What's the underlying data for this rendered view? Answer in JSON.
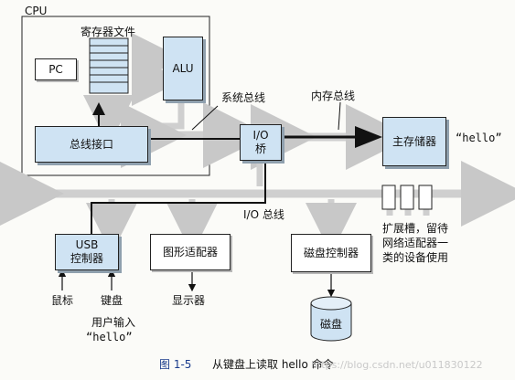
{
  "cpu": {
    "label": "CPU"
  },
  "register_file": {
    "label": "寄存器文件"
  },
  "pc": {
    "label": "PC"
  },
  "alu": {
    "label": "ALU"
  },
  "bus_interface": {
    "label": "总线接口"
  },
  "system_bus": {
    "label": "系统总线"
  },
  "memory_bus": {
    "label": "内存总线"
  },
  "io_bridge": {
    "line1": "I/O",
    "line2": "桥"
  },
  "main_memory": {
    "label": "主存储器",
    "contents": "“hello”"
  },
  "io_bus": {
    "label": "I/O 总线"
  },
  "expansion": {
    "lines": [
      "扩展槽，留待",
      "网络适配器一",
      "类的设备使用"
    ]
  },
  "usb_controller": {
    "line1": "USB",
    "line2": "控制器"
  },
  "graphics_adapter": {
    "label": "图形适配器"
  },
  "disk_controller": {
    "label": "磁盘控制器"
  },
  "mouse": {
    "label": "鼠标"
  },
  "keyboard": {
    "label": "键盘"
  },
  "user_input": {
    "line1": "用户输入",
    "line2": "“hello”"
  },
  "display": {
    "label": "显示器"
  },
  "disk": {
    "label": "磁盘"
  },
  "caption": {
    "figure": "图 1-5",
    "text": "从键盘上读取 hello 命令"
  },
  "watermark": "https://blog.csdn.net/u011830122",
  "colors": {
    "component_fill": "#cfe3f3",
    "bus_gray": "#d0d0d0",
    "path_black": "#111111",
    "caption_blue": "#1a3c8c"
  }
}
